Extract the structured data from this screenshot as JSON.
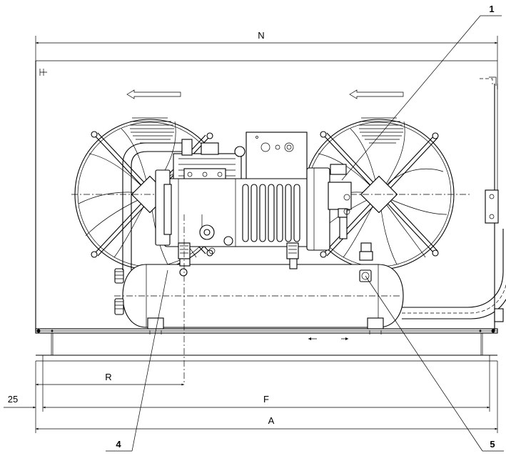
{
  "dimensions": {
    "n": "N",
    "r": "R",
    "f": "F",
    "a": "A",
    "offset_25": "25"
  },
  "callouts": {
    "item_1": "1",
    "item_4": "4",
    "item_5": "5"
  }
}
